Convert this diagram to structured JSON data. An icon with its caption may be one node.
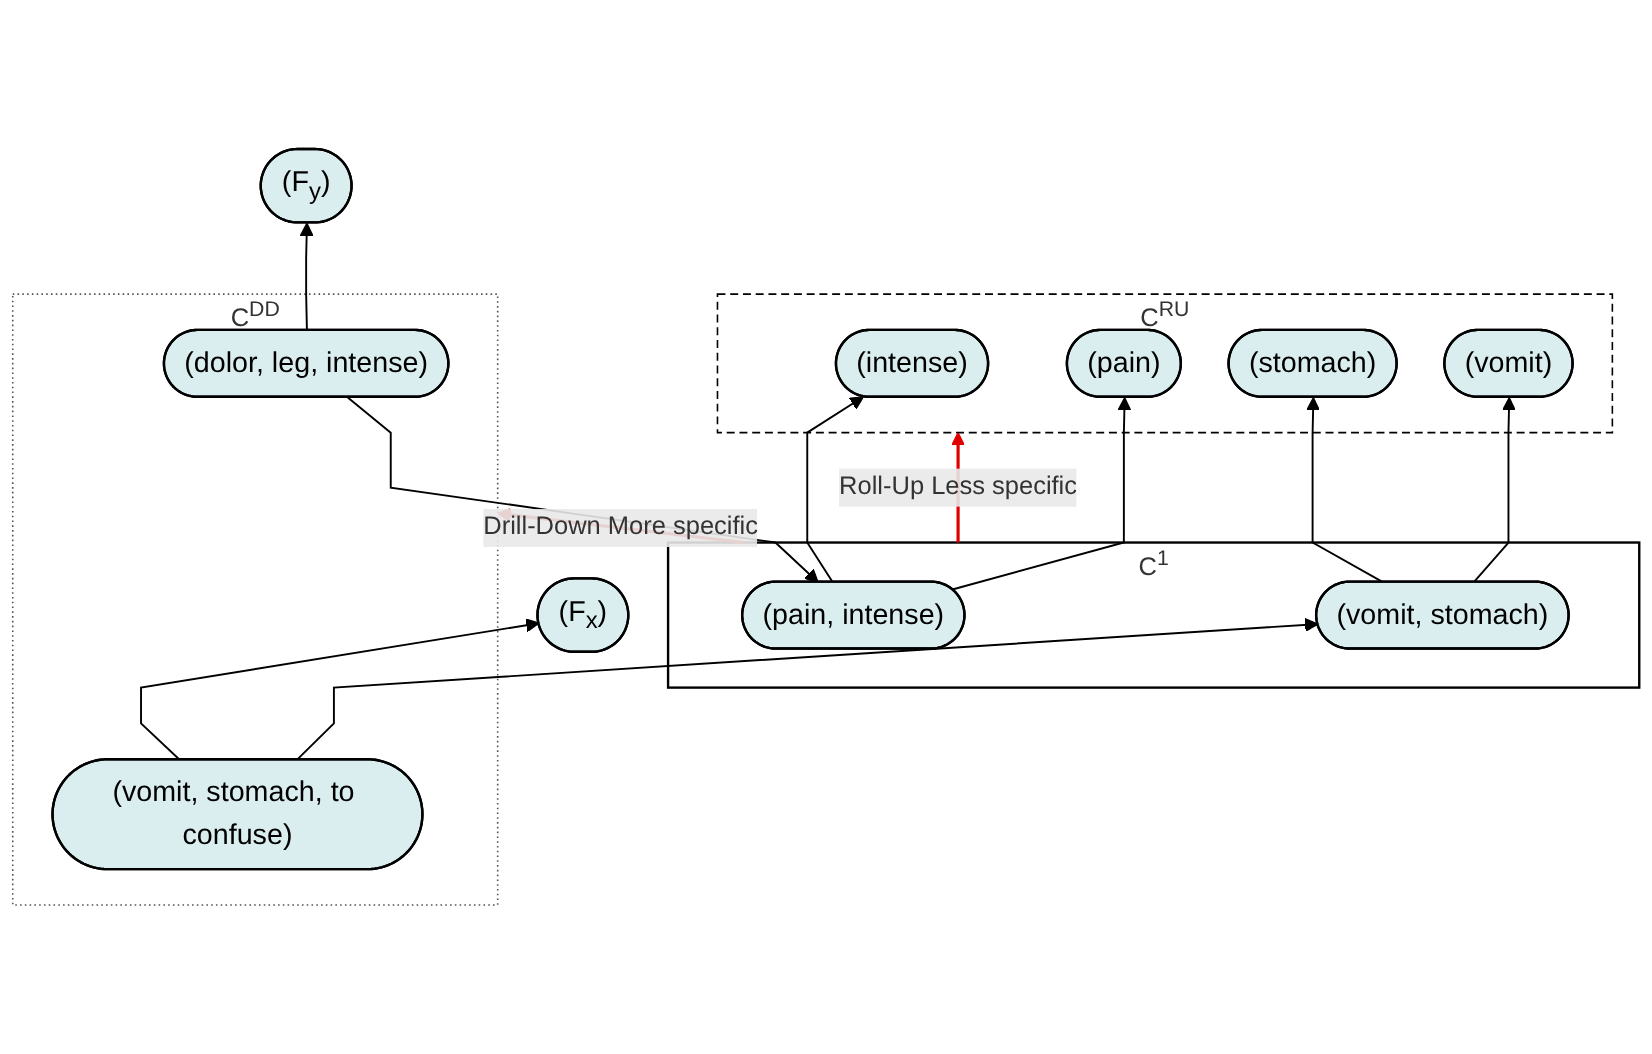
{
  "diagram": {
    "nodes": [
      {
        "text": [
          "C$^{RU}$"
        ]
      },
      {
        "text": [
          "(intense)"
        ],
        "in": 0
      },
      {
        "text": [
          "(pain)"
        ],
        "in": 0
      },
      {
        "text": [
          "(stomach)"
        ],
        "in": 0
      },
      {
        "text": [
          "(vomit)"
        ],
        "in": 0
      },
      {
        "text": [
          "(F$_{y}$)"
        ]
      },
      {
        "text": [
          "C$^{1}$"
        ]
      },
      {
        "text": [
          "(pain, intense)"
        ],
        "in": 6
      },
      {
        "text": [
          "(vomit, stomach)"
        ],
        "in": 6
      },
      {
        "text": [
          "(F$_{x}$)"
        ]
      },
      {
        "text": [
          "C$^{DD}$"
        ]
      },
      {
        "text": [
          "(dolor, leg, intense)"
        ],
        "in": 10
      },
      {
        "text": [
          "(vomit, stomach, to confuse)"
        ],
        "in": 10
      }
    ],
    "edges": [
      {
        "from": 7,
        "to": 1,
        "arrow": "to"
      },
      {
        "from": 7,
        "to": 2,
        "arrow": "to"
      },
      {
        "from": 8,
        "to": 3,
        "arrow": "to"
      },
      {
        "from": 8,
        "to": 4,
        "arrow": "to"
      },
      {
        "from": 6,
        "to": 0,
        "arrow": "to",
        "label": "Roll-Up Less specific",
        "color": "#e00000"
      },
      {
        "from": 6,
        "to": 10,
        "arrow": "to",
        "label": "Drill-Down More specific",
        "color": "#e00000"
      },
      {
        "from": 11,
        "to": 5,
        "arrow": "to"
      },
      {
        "from": 11,
        "to": 7,
        "arrow": "to"
      },
      {
        "from": 12,
        "to": 8,
        "arrow": "to"
      },
      {
        "from": 12,
        "to": 9,
        "arrow": "to"
      }
    ]
  }
}
